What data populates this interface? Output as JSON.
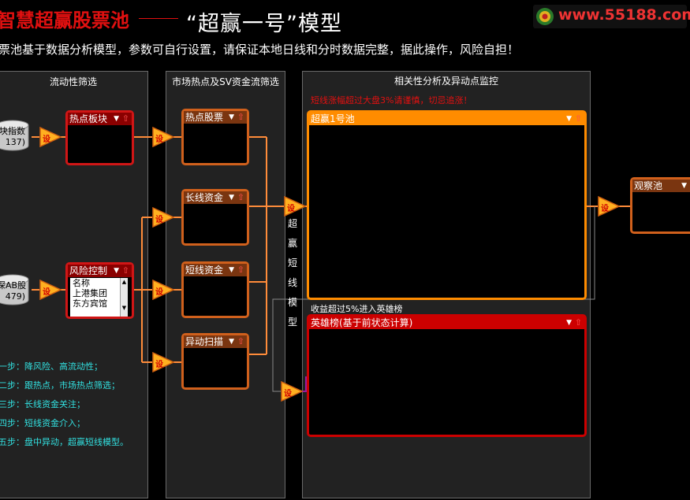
{
  "header": {
    "title_main": "智慧超赢股票池",
    "title_model": "“超赢一号”模型",
    "logo_text": "www.55188.com",
    "subtitle": "票池基于数据分析模型，参数可自行设置，请保证本地日线和分时数据完整，据此操作，风险自担！"
  },
  "panels": {
    "liquidity": "流动性筛选",
    "market": "市场热点及SV资金流筛选",
    "correlation": "相关性分析及异动点监控"
  },
  "sources": {
    "top": {
      "line1": "块指数",
      "line2": "137)"
    },
    "bottom": {
      "line1": "深AB股",
      "line2": "479)"
    }
  },
  "gate_label": "设",
  "boxes": {
    "hot_sector": "热点板块",
    "risk_control": "风险控制",
    "hot_stocks": "热点股票",
    "long_funds": "长线资金",
    "short_funds": "短线资金",
    "anomaly_scan": "异动扫描",
    "pool1": "超赢1号池",
    "heroes": "英雄榜(基于前状态计算)",
    "watch": "观察池"
  },
  "risk_list": {
    "header": "名称",
    "items": [
      "上港集团",
      "东方宾馆"
    ]
  },
  "vertical_label": [
    "超",
    "赢",
    "短",
    "线",
    "模",
    "型"
  ],
  "warning": "短线涨幅超过大盘3%请谨慎，切忌追涨！",
  "hero_note": "收益超过5%进入英雄榜",
  "steps": [
    "一步：降风险、高流动性；",
    "二步：跟热点，市场热点筛选；",
    "三步：长线资金关注；",
    "四步：短线资金介入；",
    "五步：盘中异动，超赢短线模型。"
  ],
  "colors": {
    "title_red": "#e01010",
    "orange_line": "#ff8c3a",
    "step_text": "#32e0e0",
    "warning_red": "#e21010"
  }
}
